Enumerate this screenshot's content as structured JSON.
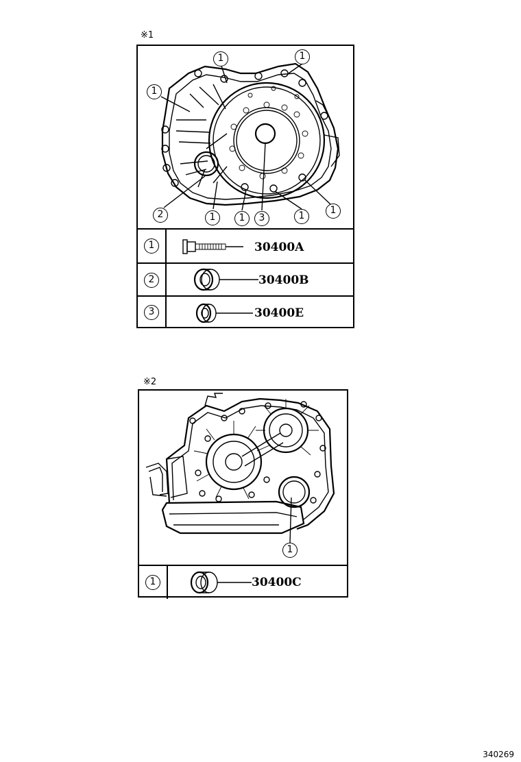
{
  "sections": [
    {
      "note": "※1",
      "callouts": [
        "1",
        "1",
        "1",
        "2",
        "1",
        "1",
        "3",
        "1",
        "1"
      ],
      "parts": [
        {
          "num": "1",
          "part_no": "30400A",
          "icon": "bolt-icon"
        },
        {
          "num": "2",
          "part_no": "30400B",
          "icon": "bearing-icon"
        },
        {
          "num": "3",
          "part_no": "30400E",
          "icon": "oil-seal-icon"
        }
      ]
    },
    {
      "note": "※2",
      "callouts": [
        "1"
      ],
      "parts": [
        {
          "num": "1",
          "part_no": "30400C",
          "icon": "bearing-icon"
        }
      ]
    }
  ],
  "diagram_code": "340269"
}
